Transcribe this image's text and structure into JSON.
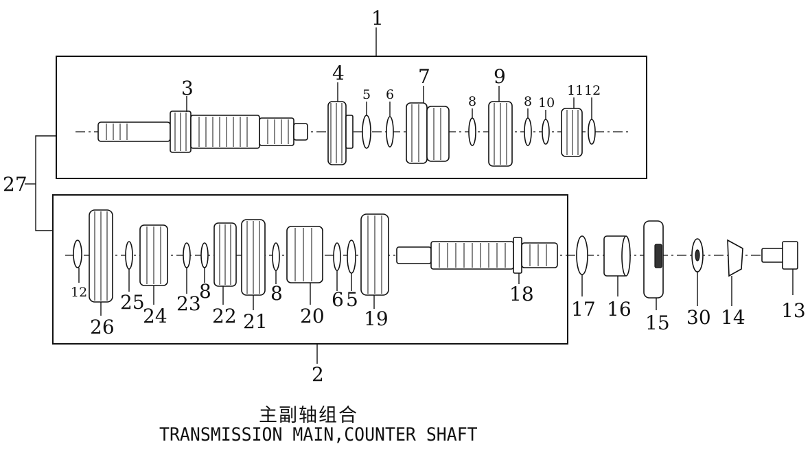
{
  "title": {
    "chinese": "主副轴组合",
    "english": "TRANSMISSION MAIN,COUNTER SHAFT"
  },
  "groups": {
    "main_shaft_assembly": "1",
    "counter_shaft_assembly": "2",
    "both_assemblies": "27"
  },
  "parts": {
    "p3": "3",
    "p4": "4",
    "p5a": "5",
    "p6a": "6",
    "p7": "7",
    "p8a": "8",
    "p9": "9",
    "p8b": "8",
    "p10": "10",
    "p11": "11",
    "p12a": "12",
    "p12b": "12",
    "p26": "26",
    "p25": "25",
    "p24": "24",
    "p23": "23",
    "p8c": "8",
    "p22": "22",
    "p21": "21",
    "p8d": "8",
    "p20": "20",
    "p6b": "6",
    "p5b": "5",
    "p19": "19",
    "p18": "18",
    "p17": "17",
    "p16": "16",
    "p15": "15",
    "p30": "30",
    "p14": "14",
    "p13": "13"
  }
}
